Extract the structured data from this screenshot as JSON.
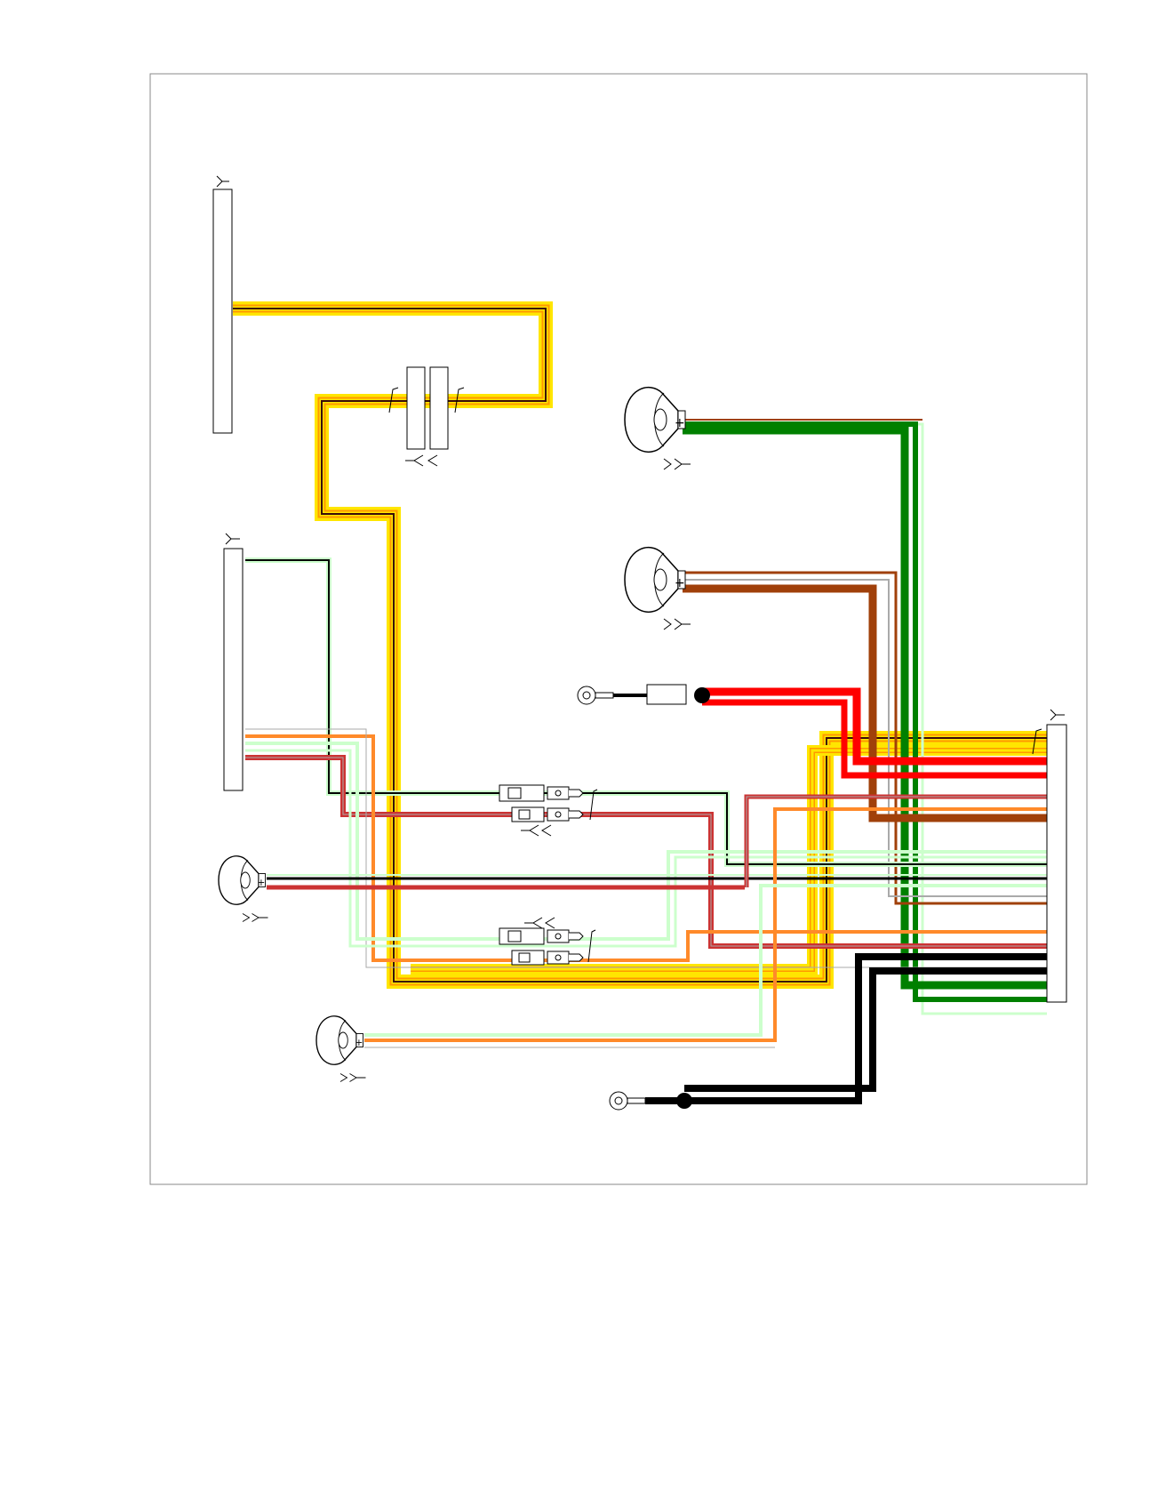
{
  "diagram": {
    "plus_sign": "+",
    "colors": {
      "yellow": "#ffe600",
      "orange_edge": "#ff9900",
      "dark_brown": "#3a0a0a",
      "red": "#ff0000",
      "dark_red": "#cc3333",
      "green": "#008000",
      "brown": "#a0400a",
      "orange": "#ff8a2a",
      "light_green": "#ccffcc",
      "black": "#000000",
      "grey_stripe": "#aaaaaa",
      "panel_border": "#888888"
    },
    "symbols": {
      "connector_male": "male-connector-symbol",
      "connector_female": "female-connector-symbol",
      "twisted": "twisted-pair-symbol"
    }
  }
}
